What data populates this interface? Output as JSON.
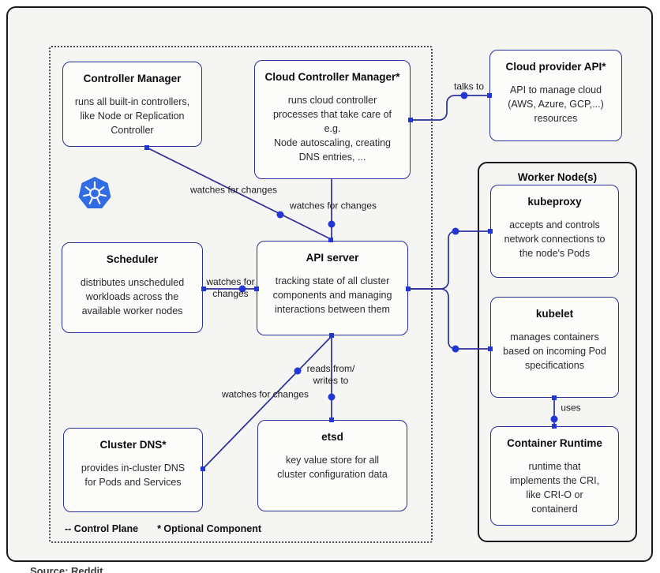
{
  "colors": {
    "accent_indigo": "#2b2f9b",
    "dot_blue": "#2136d4",
    "frame_black": "#1a1a1a",
    "box_bg": "#fcfcfb",
    "canvas_bg": "#f5f5f3",
    "k8s_blue": "#326ce5"
  },
  "source_credit": "Source: Reddit",
  "legend": {
    "control_plane": "-- Control Plane",
    "optional_component": "* Optional Component"
  },
  "worker_group": {
    "title": "Worker Node(s)"
  },
  "boxes": {
    "controller_manager": {
      "title": "Controller Manager",
      "body": "runs all built-in controllers,\nlike Node or Replication\nController"
    },
    "cloud_controller_manager": {
      "title": "Cloud Controller Manager*",
      "body": "runs cloud controller\nprocesses that take care of\ne.g.\nNode autoscaling, creating\nDNS entries, ..."
    },
    "cloud_provider_api": {
      "title": "Cloud provider API*",
      "body": "API to manage cloud\n(AWS, Azure, GCP,...)\nresources"
    },
    "scheduler": {
      "title": "Scheduler",
      "body": "distributes unscheduled\nworkloads across the\navailable worker nodes"
    },
    "api_server": {
      "title": "API server",
      "body": "tracking state of all cluster\ncomponents and managing\ninteractions between them"
    },
    "etsd": {
      "title": "etsd",
      "body": "key value store for all\ncluster configuration data"
    },
    "cluster_dns": {
      "title": "Cluster DNS*",
      "body": "provides in-cluster DNS\nfor Pods and Services"
    },
    "kubeproxy": {
      "title": "kubeproxy",
      "body": "accepts and controls\nnetwork connections to\nthe node's Pods"
    },
    "kubelet": {
      "title": "kubelet",
      "body": "manages containers\nbased on incoming Pod\nspecifications"
    },
    "container_runtime": {
      "title": "Container Runtime",
      "body": "runtime that\nimplements the CRI,\nlike CRI-O or\ncontainerd"
    }
  },
  "edge_labels": {
    "cm_watches": "watches for changes",
    "ccm_watches": "watches for changes",
    "scheduler_watches": "watches for\nchanges",
    "reads_writes": "reads from/\nwrites to",
    "dns_watches": "watches for changes",
    "talks_to": "talks to",
    "uses": "uses"
  },
  "icons": {
    "kubernetes_logo": "kubernetes-helm-logo"
  }
}
